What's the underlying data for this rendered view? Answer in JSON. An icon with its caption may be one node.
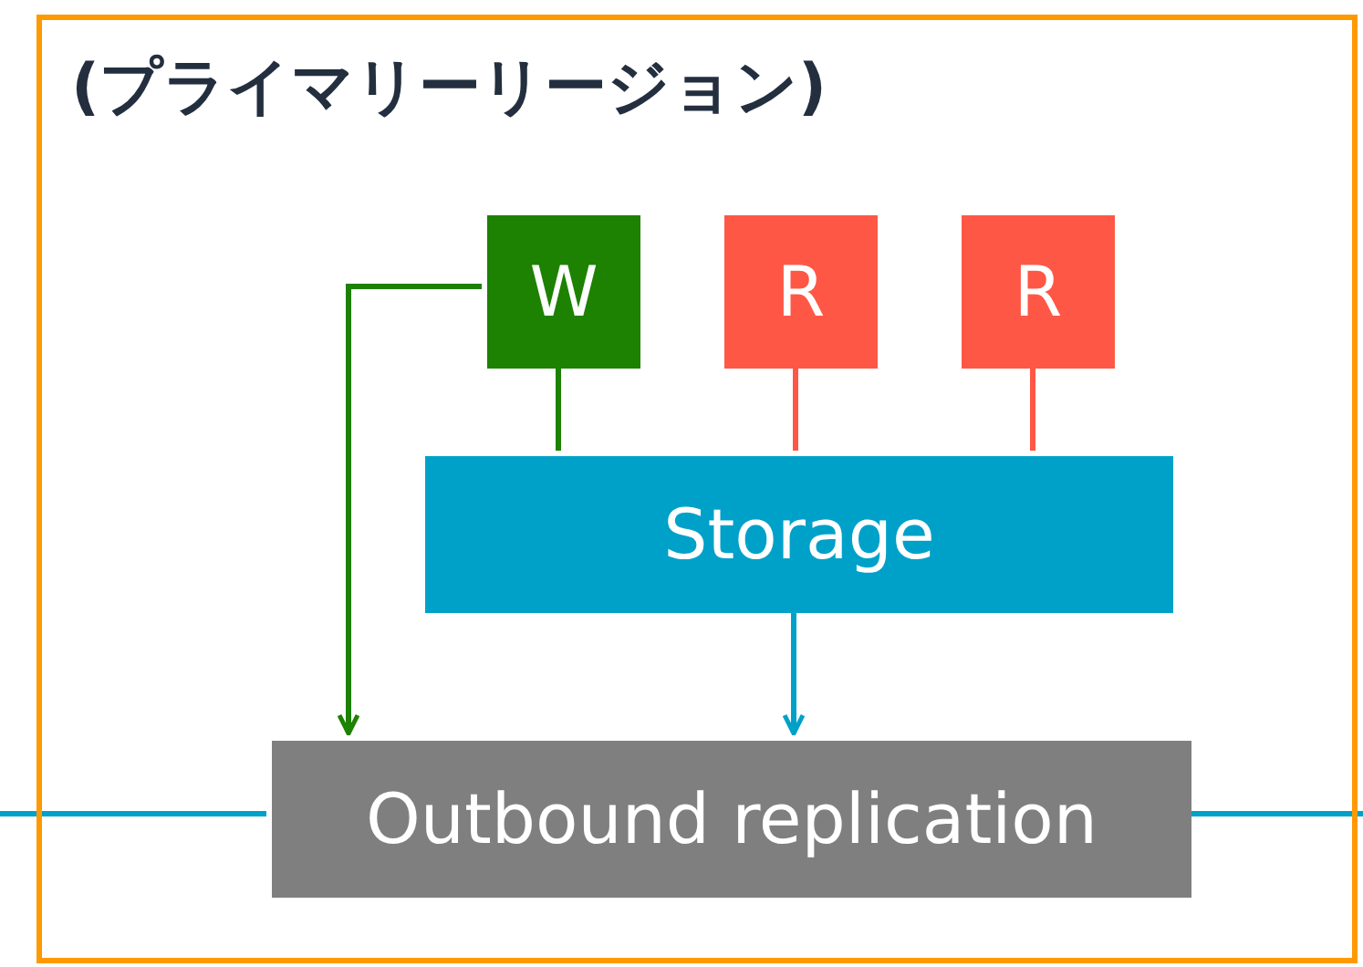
{
  "diagram": {
    "nodes": [
      {
        "text": [
          "(プライマリーリージョン)"
        ]
      },
      {
        "text": [
          "W"
        ],
        "in": 0
      },
      {
        "text": [
          "R"
        ],
        "in": 0
      },
      {
        "text": [
          "R"
        ],
        "in": 0
      },
      {
        "text": [
          "Storage"
        ],
        "in": 0
      },
      {
        "text": [
          "Outbound replication"
        ],
        "in": 0
      }
    ],
    "edges": [
      {
        "from": 1,
        "to": 4,
        "arrow": "none",
        "color": "#1d8102"
      },
      {
        "from": 2,
        "to": 4,
        "arrow": "none",
        "color": "#ff5746"
      },
      {
        "from": 3,
        "to": 4,
        "arrow": "none",
        "color": "#ff5746"
      },
      {
        "from": 1,
        "to": 5,
        "arrow": "to",
        "color": "#1d8102"
      },
      {
        "from": 4,
        "to": 5,
        "arrow": "to",
        "color": "#00a1c9"
      },
      {
        "from": null,
        "to": 5,
        "arrow": "none",
        "color": "#00a1c9"
      },
      {
        "from": 5,
        "to": null,
        "arrow": "none",
        "color": "#00a1c9"
      }
    ]
  }
}
